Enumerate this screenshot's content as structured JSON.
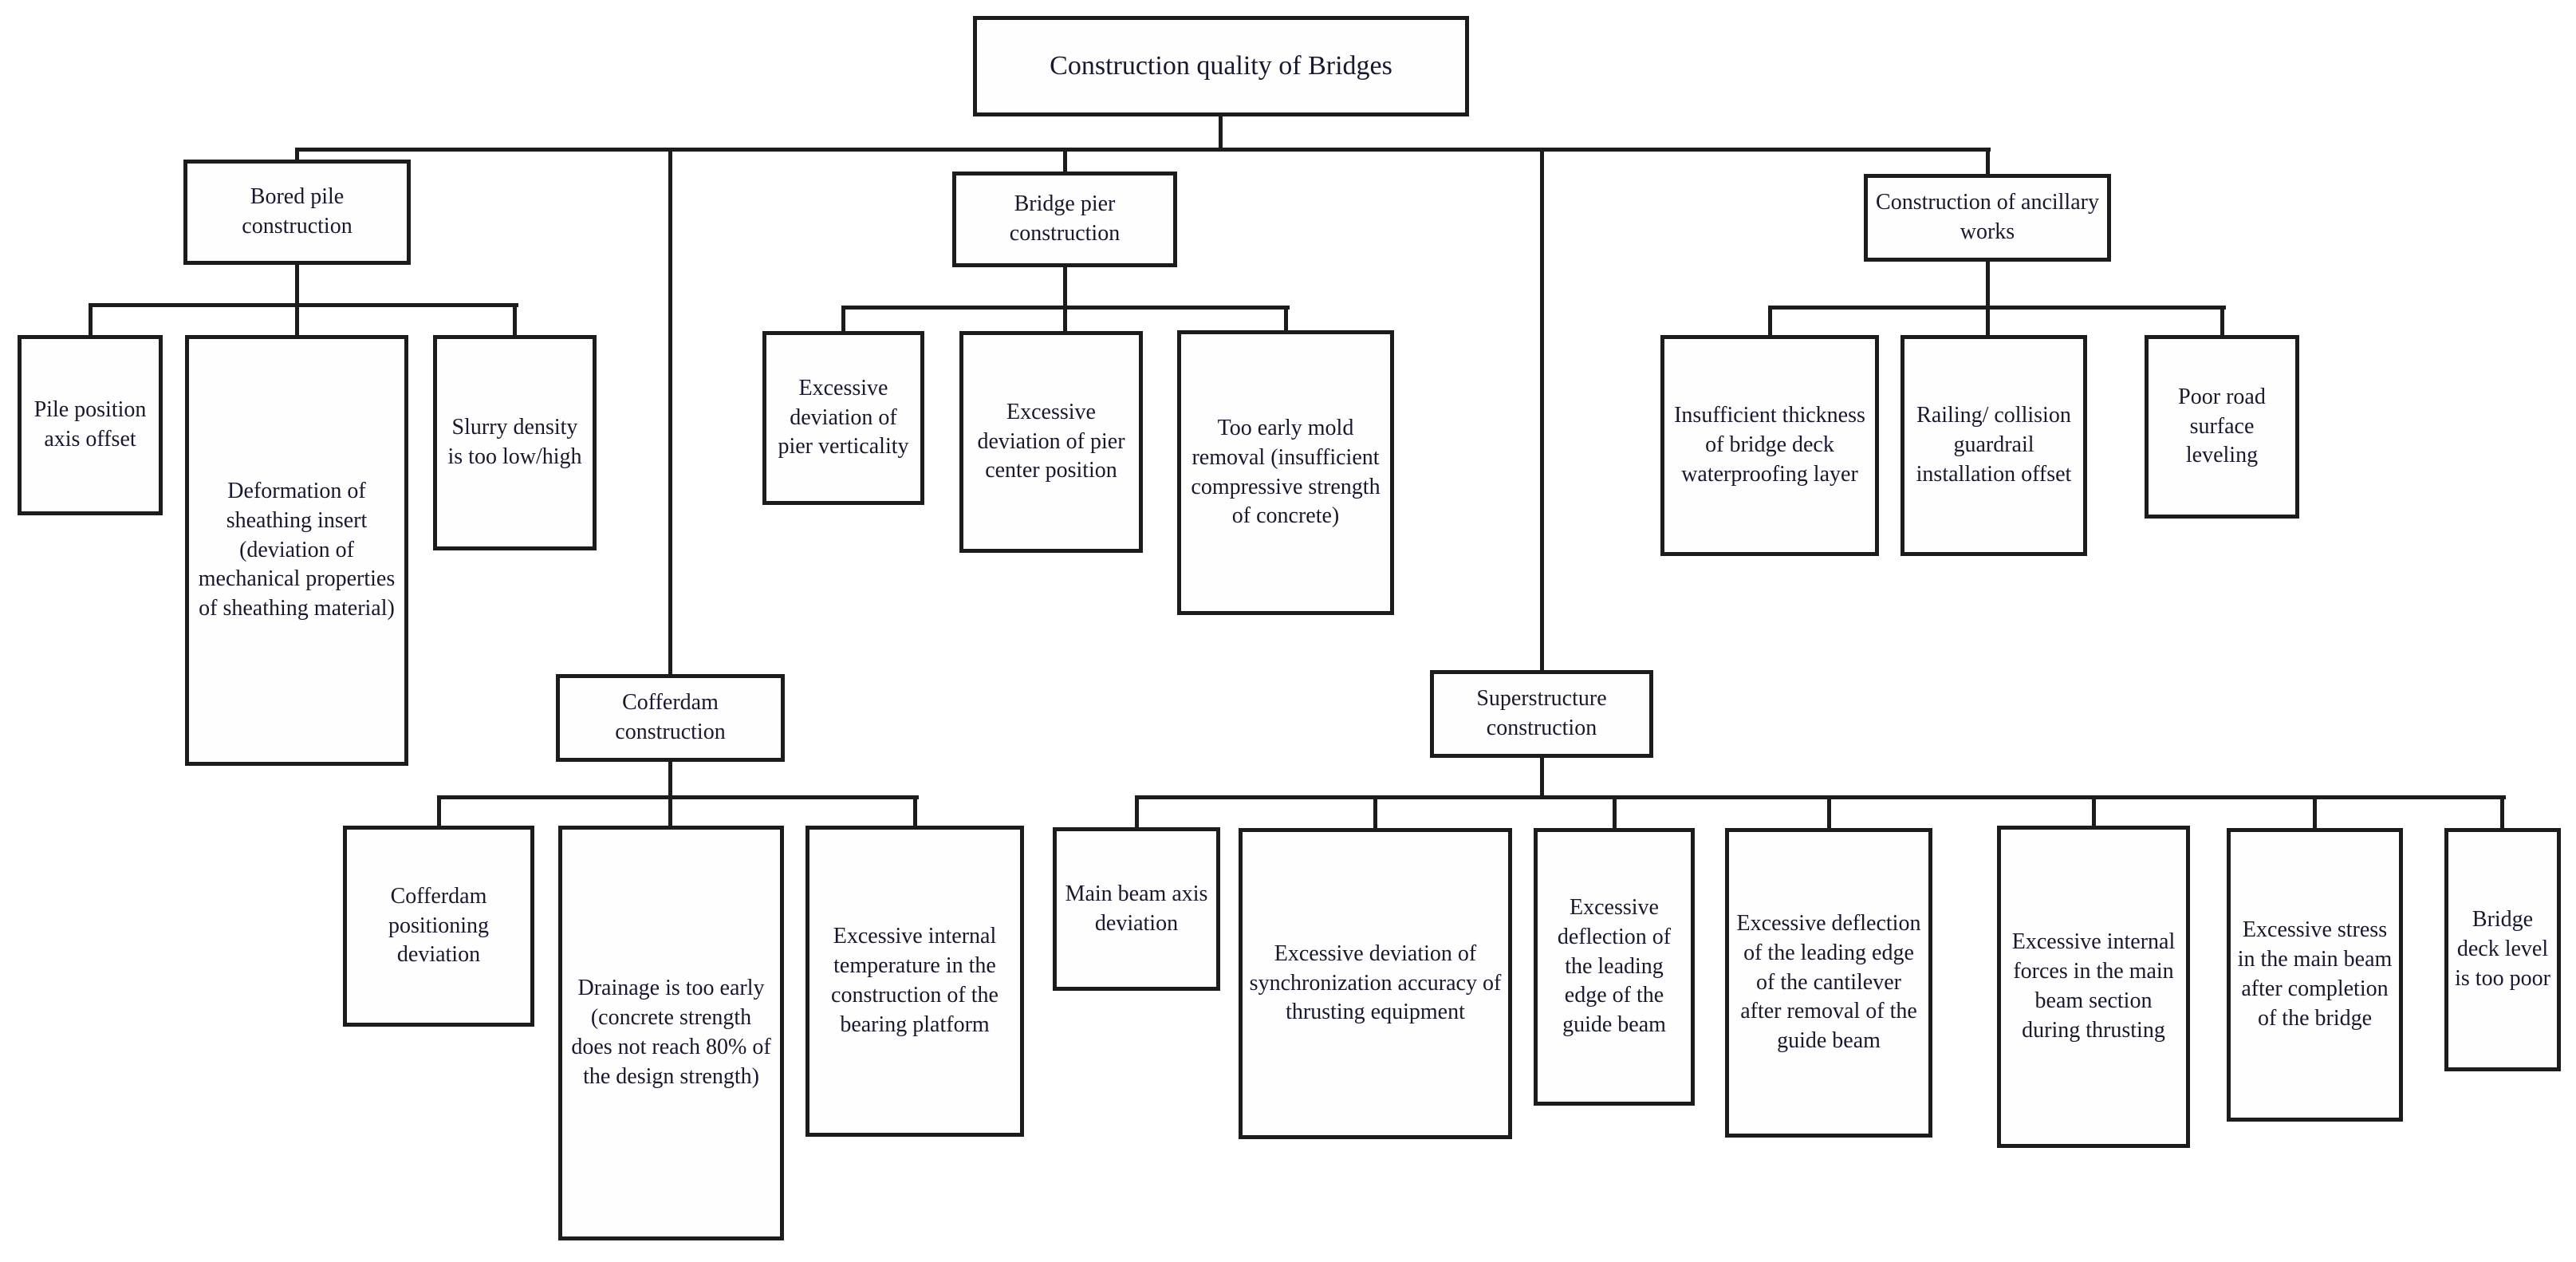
{
  "figure": {
    "root": {
      "label": "Construction quality of Bridges"
    },
    "branches": [
      {
        "label": "Bored pile construction",
        "children": [
          {
            "label": "Pile position axis offset"
          },
          {
            "label": "Deformation of sheathing insert (deviation of mechanical properties of sheathing material)"
          },
          {
            "label": "Slurry density is too low/high"
          }
        ]
      },
      {
        "label": "Bridge pier construction",
        "children": [
          {
            "label": "Excessive deviation of pier verticality"
          },
          {
            "label": "Excessive deviation of pier center position"
          },
          {
            "label": "Too early mold removal (insufficient compressive strength of concrete)"
          }
        ]
      },
      {
        "label": "Construction of ancillary works",
        "children": [
          {
            "label": "Insufficient thickness of bridge deck waterproofing layer"
          },
          {
            "label": "Railing/ collision guardrail installation offset"
          },
          {
            "label": "Poor road surface leveling"
          }
        ]
      },
      {
        "label": "Cofferdam construction",
        "children": [
          {
            "label": "Cofferdam positioning deviation"
          },
          {
            "label": "Drainage is too early (concrete strength does not reach 80% of the design strength)"
          },
          {
            "label": "Excessive internal temperature in the construction of the bearing platform"
          }
        ]
      },
      {
        "label": "Superstructure construction",
        "children": [
          {
            "label": "Main beam axis deviation"
          },
          {
            "label": "Excessive deviation of synchronization accuracy of thrusting equipment"
          },
          {
            "label": "Excessive deflection of the leading edge of the guide beam"
          },
          {
            "label": "Excessive deflection of the leading edge of the cantilever after removal of the guide beam"
          },
          {
            "label": "Excessive internal forces in the main beam section during thrusting"
          },
          {
            "label": "Excessive stress in the main beam after completion of the bridge"
          },
          {
            "label": "Bridge deck level is too poor"
          }
        ]
      }
    ],
    "colors": {
      "line": "#1c1c1c",
      "text": "#18182e",
      "background": "#ffffff"
    }
  }
}
